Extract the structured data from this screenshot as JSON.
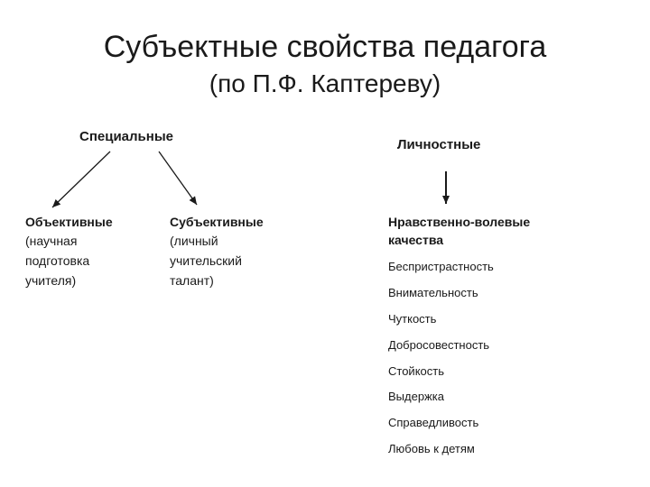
{
  "title": "Субъектные свойства педагога",
  "subtitle": "(по П.Ф. Каптереву)",
  "special": {
    "label": "Специальные",
    "objective": {
      "heading": "Объективные",
      "lines": [
        "(научная",
        "подготовка",
        "учителя)"
      ]
    },
    "subjective": {
      "heading": "Субъективные",
      "lines": [
        "(личный",
        "учительский",
        "талант)"
      ]
    }
  },
  "personal": {
    "label": "Личностные",
    "moral": {
      "heading_lines": [
        "Нравственно-волевые",
        "качества"
      ],
      "qualities": [
        "Беспристрастность",
        "Внимательность",
        "Чуткость",
        "Добросовестность",
        "Стойкость",
        "Выдержка",
        "Справедливость",
        "Любовь к детям"
      ]
    }
  }
}
